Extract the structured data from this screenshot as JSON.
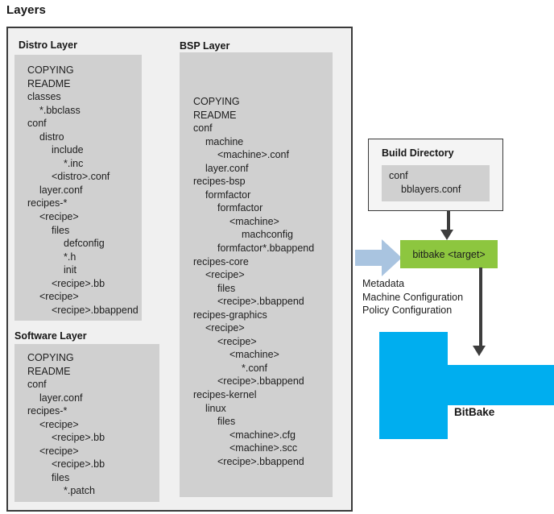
{
  "page": {
    "title": "Layers"
  },
  "layers": {
    "distro": {
      "heading": "Distro Layer",
      "tree": [
        {
          "label": "COPYING",
          "indent": 0
        },
        {
          "label": "README",
          "indent": 0
        },
        {
          "label": "classes",
          "indent": 0
        },
        {
          "label": "*.bbclass",
          "indent": 1
        },
        {
          "label": "conf",
          "indent": 0
        },
        {
          "label": "distro",
          "indent": 1
        },
        {
          "label": "include",
          "indent": 2
        },
        {
          "label": "*.inc",
          "indent": 3
        },
        {
          "label": "<distro>.conf",
          "indent": 2
        },
        {
          "label": "layer.conf",
          "indent": 1
        },
        {
          "label": "recipes-*",
          "indent": 0
        },
        {
          "label": "<recipe>",
          "indent": 1
        },
        {
          "label": "files",
          "indent": 2
        },
        {
          "label": "defconfig",
          "indent": 3
        },
        {
          "label": "*.h",
          "indent": 3
        },
        {
          "label": "init",
          "indent": 3
        },
        {
          "label": "<recipe>.bb",
          "indent": 2
        },
        {
          "label": "<recipe>",
          "indent": 1
        },
        {
          "label": "<recipe>.bbappend",
          "indent": 2
        }
      ]
    },
    "software": {
      "heading": "Software Layer",
      "tree": [
        {
          "label": "COPYING",
          "indent": 0
        },
        {
          "label": "README",
          "indent": 0
        },
        {
          "label": "conf",
          "indent": 0
        },
        {
          "label": "layer.conf",
          "indent": 1
        },
        {
          "label": "recipes-*",
          "indent": 0
        },
        {
          "label": "<recipe>",
          "indent": 1
        },
        {
          "label": "<recipe>.bb",
          "indent": 2
        },
        {
          "label": "<recipe>",
          "indent": 1
        },
        {
          "label": "<recipe>.bb",
          "indent": 2
        },
        {
          "label": "files",
          "indent": 2
        },
        {
          "label": "*.patch",
          "indent": 3
        }
      ]
    },
    "bsp": {
      "heading": "BSP Layer",
      "tree": [
        {
          "label": "COPYING",
          "indent": 0
        },
        {
          "label": "README",
          "indent": 0
        },
        {
          "label": "conf",
          "indent": 0
        },
        {
          "label": "machine",
          "indent": 1
        },
        {
          "label": "<machine>.conf",
          "indent": 2
        },
        {
          "label": "layer.conf",
          "indent": 1
        },
        {
          "label": "recipes-bsp",
          "indent": 0
        },
        {
          "label": "formfactor",
          "indent": 1
        },
        {
          "label": "formfactor",
          "indent": 2
        },
        {
          "label": "<machine>",
          "indent": 3
        },
        {
          "label": "machconfig",
          "indent": 4
        },
        {
          "label": "formfactor*.bbappend",
          "indent": 2
        },
        {
          "label": "recipes-core",
          "indent": 0
        },
        {
          "label": "<recipe>",
          "indent": 1
        },
        {
          "label": "files",
          "indent": 2
        },
        {
          "label": "<recipe>.bbappend",
          "indent": 2
        },
        {
          "label": "recipes-graphics",
          "indent": 0
        },
        {
          "label": "<recipe>",
          "indent": 1
        },
        {
          "label": "<recipe>",
          "indent": 2
        },
        {
          "label": "<machine>",
          "indent": 3
        },
        {
          "label": "*.conf",
          "indent": 4
        },
        {
          "label": "<recipe>.bbappend",
          "indent": 2
        },
        {
          "label": "recipes-kernel",
          "indent": 0
        },
        {
          "label": "linux",
          "indent": 1
        },
        {
          "label": "files",
          "indent": 2
        },
        {
          "label": "<machine>.cfg",
          "indent": 3
        },
        {
          "label": "<machine>.scc",
          "indent": 3
        },
        {
          "label": "<recipe>.bbappend",
          "indent": 2
        }
      ]
    }
  },
  "build_directory": {
    "title": "Build Directory",
    "tree": [
      {
        "label": "conf",
        "indent": 0
      },
      {
        "label": "bblayers.conf",
        "indent": 1
      }
    ]
  },
  "bitbake_command": {
    "label": "bitbake <target>"
  },
  "metadata_caption": {
    "line1": "Metadata",
    "line2": "Machine Configuration",
    "line3": "Policy Configuration"
  },
  "bitbake_shape": {
    "label": "BitBake"
  },
  "colors": {
    "bitbake_green": "#8dc63f",
    "bitbake_blue": "#00aeef",
    "input_arrow_blue": "#a9c4e0",
    "panel_gray": "#d0d0d0",
    "container_gray": "#f0f0f0",
    "arrow_dark": "#3d3d3d",
    "border_dark": "#3a3a3a"
  }
}
